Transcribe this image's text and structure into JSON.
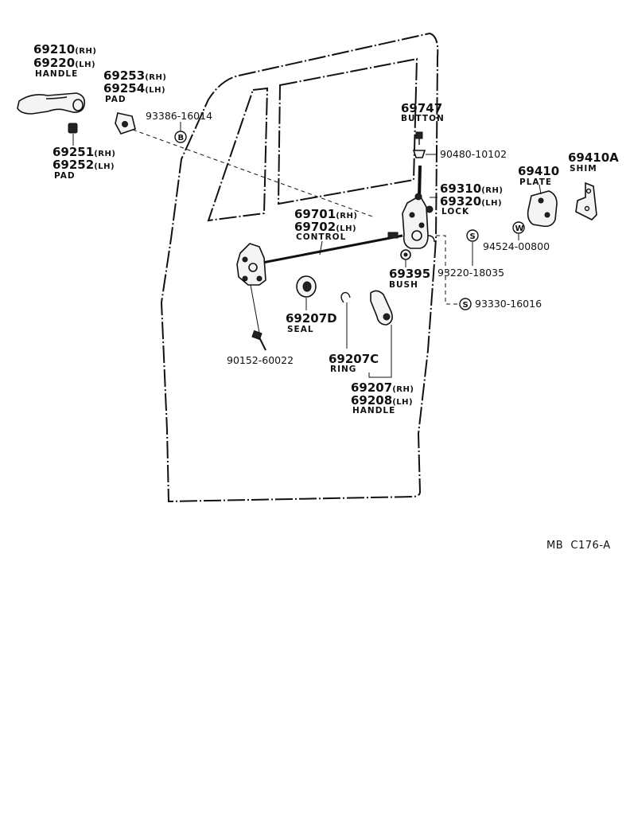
{
  "diagram_code": "MB  C176-A",
  "labels": {
    "outer_handle": {
      "num1": "69210",
      "suf1": "(RH)",
      "num2": "69220",
      "suf2": "(LH)",
      "name": "HANDLE"
    },
    "handle_pad_upper": {
      "num1": "69253",
      "suf1": "(RH)",
      "num2": "69254",
      "suf2": "(LH)",
      "name": "PAD"
    },
    "handle_pad_lower": {
      "num1": "69251",
      "suf1": "(RH)",
      "num2": "69252",
      "suf2": "(LH)",
      "name": "PAD"
    },
    "screw_b": {
      "num": "93386-16014",
      "mark": "B"
    },
    "button": {
      "num": "69747",
      "name": "BUTTON"
    },
    "clip": {
      "num": "90480-10102"
    },
    "lock": {
      "num1": "69310",
      "suf1": "(RH)",
      "num2": "69320",
      "suf2": "(LH)",
      "name": "LOCK"
    },
    "plate": {
      "num": "69410",
      "name": "PLATE"
    },
    "shim": {
      "num": "69410A",
      "name": "SHIM"
    },
    "washer": {
      "num": "94524-00800",
      "mark": "W"
    },
    "screw_s1": {
      "num": "93220-18035",
      "mark": "S"
    },
    "screw_s2": {
      "num": "93330-16016",
      "mark": "S"
    },
    "control": {
      "num1": "69701",
      "suf1": "(RH)",
      "num2": "69702",
      "suf2": "(LH)",
      "name": "CONTROL"
    },
    "bush": {
      "num": "69395",
      "name": "BUSH"
    },
    "seal": {
      "num": "69207D",
      "name": "SEAL"
    },
    "ring": {
      "num": "69207C",
      "name": "RING"
    },
    "inside_handle": {
      "num1": "69207",
      "suf1": "(RH)",
      "num2": "69208",
      "suf2": "(LH)",
      "name": "HANDLE"
    },
    "screw_bottom": {
      "num": "90152-60022"
    }
  }
}
